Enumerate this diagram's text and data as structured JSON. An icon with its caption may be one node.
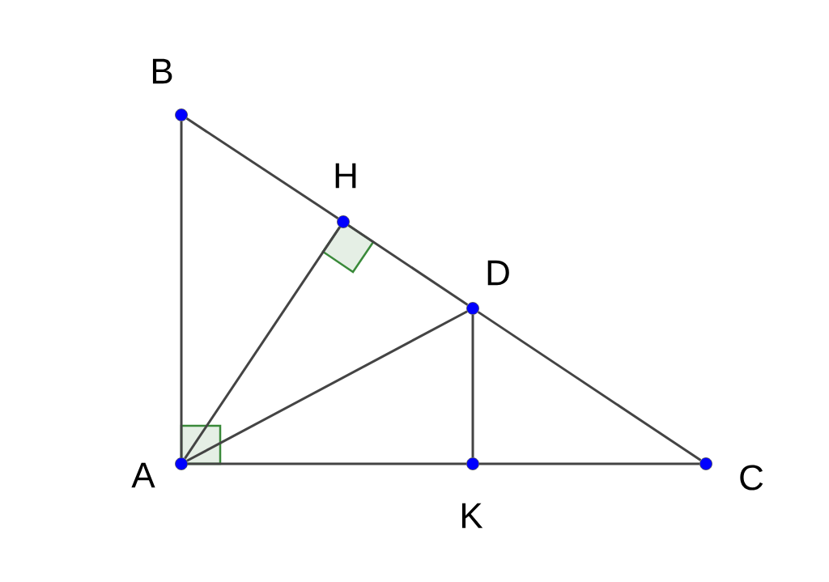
{
  "diagram": {
    "nodes": [
      {
        "text": [],
        "shape": "circle",
        "beside": [
          "B"
        ]
      },
      {
        "text": [],
        "shape": "circle",
        "beside": [
          "H"
        ]
      },
      {
        "text": [],
        "shape": "circle",
        "beside": [
          "D"
        ]
      },
      {
        "text": [],
        "shape": "circle",
        "beside": [
          "A"
        ]
      },
      {
        "text": [],
        "shape": "circle",
        "beside": [
          "K"
        ]
      },
      {
        "text": [],
        "shape": "circle",
        "beside": [
          "C"
        ]
      }
    ],
    "edges": [
      {
        "from": 3,
        "to": 0,
        "arrow": "none"
      },
      {
        "from": 0,
        "to": 1,
        "arrow": "none"
      },
      {
        "from": 1,
        "to": 2,
        "arrow": "none"
      },
      {
        "from": 2,
        "to": 5,
        "arrow": "none"
      },
      {
        "from": 3,
        "to": 4,
        "arrow": "none"
      },
      {
        "from": 4,
        "to": 5,
        "arrow": "none"
      },
      {
        "from": 3,
        "to": 1,
        "arrow": "none"
      },
      {
        "from": 3,
        "to": 2,
        "arrow": "none"
      },
      {
        "from": 2,
        "to": 4,
        "arrow": "none"
      }
    ]
  }
}
